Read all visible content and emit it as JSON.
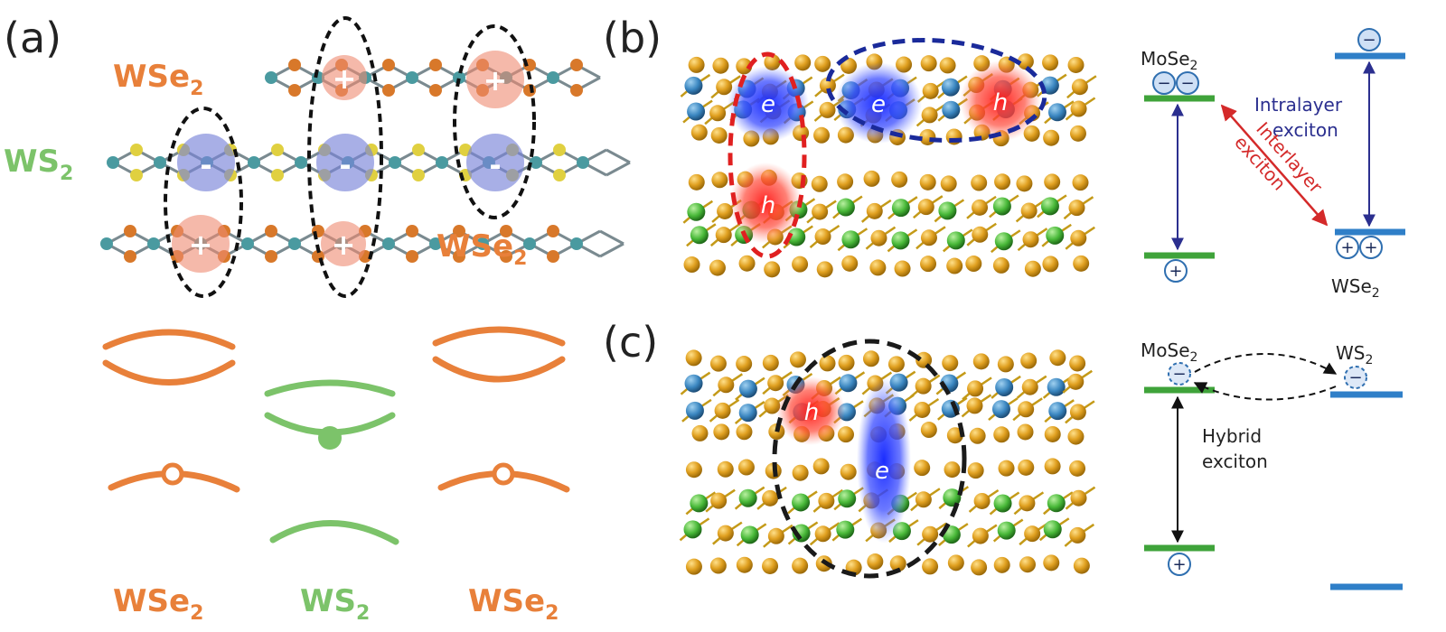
{
  "panels": {
    "a": {
      "label": "(a)",
      "top_wse2": "WSe",
      "left_ws2": "WS",
      "right_wse2": "WSe",
      "bottom_left": "WSe",
      "bottom_mid": "WS",
      "bottom_right": "WSe",
      "sub2": "2",
      "plus": "+",
      "minus": "-"
    },
    "b": {
      "label": "(b)",
      "mose2": "MoSe",
      "wse2": "WSe",
      "sub2": "2",
      "intralayer_1": "Intralayer",
      "intralayer_2": "exciton",
      "interlayer_1": "Interlayer",
      "interlayer_2": "exciton",
      "e": "e",
      "h": "h",
      "plus": "+",
      "minus": "−"
    },
    "c": {
      "label": "(c)",
      "mose2": "MoSe",
      "ws2": "WS",
      "sub2": "2",
      "hybrid_1": "Hybrid",
      "hybrid_2": "exciton",
      "e": "e",
      "h": "h",
      "plus": "+",
      "minus": "−"
    }
  },
  "colors": {
    "wse2_orange": "#e8803a",
    "ws2_green": "#7cc36a",
    "mose2_blue": "#3a86c8",
    "level_green": "#3fa33a",
    "level_blue": "#2f7fc8",
    "intralayer_navy": "#2b2f8f",
    "interlayer_red": "#d42a2a",
    "hole_red": "#e24a3a",
    "electron_blue": "#3a46e0"
  }
}
